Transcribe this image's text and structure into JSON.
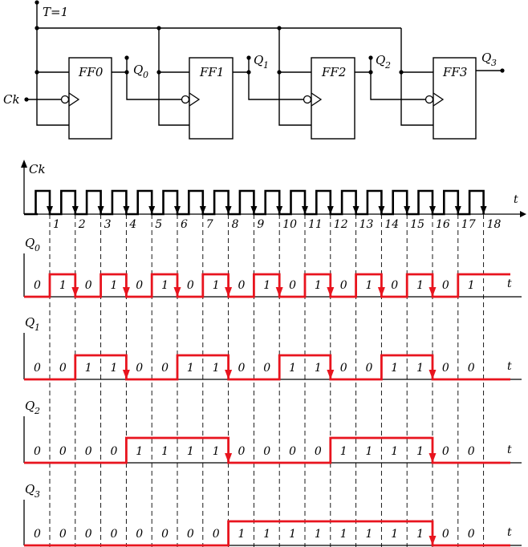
{
  "circuit": {
    "enable_label": "T=1",
    "clock_input_label": "Ck",
    "flipflops": [
      "FF0",
      "FF1",
      "FF2",
      "FF3"
    ],
    "outputs": [
      {
        "base": "Q",
        "sub": "0"
      },
      {
        "base": "Q",
        "sub": "1"
      },
      {
        "base": "Q",
        "sub": "2"
      },
      {
        "base": "Q",
        "sub": "3"
      }
    ]
  },
  "timing": {
    "clock_label": "Ck",
    "time_label": "t",
    "pulse_numbers": [
      "1",
      "2",
      "3",
      "4",
      "5",
      "6",
      "7",
      "8",
      "9",
      "10",
      "11",
      "12",
      "13",
      "14",
      "15",
      "16",
      "17",
      "18"
    ],
    "signal_color": "#e8141e",
    "signals": [
      {
        "name": {
          "base": "Q",
          "sub": "0"
        },
        "values": [
          0,
          1,
          0,
          1,
          0,
          1,
          0,
          1,
          0,
          1,
          0,
          1,
          0,
          1,
          0,
          1,
          0,
          1
        ]
      },
      {
        "name": {
          "base": "Q",
          "sub": "1"
        },
        "values": [
          0,
          0,
          1,
          1,
          0,
          0,
          1,
          1,
          0,
          0,
          1,
          1,
          0,
          0,
          1,
          1,
          0,
          0
        ]
      },
      {
        "name": {
          "base": "Q",
          "sub": "2"
        },
        "values": [
          0,
          0,
          0,
          0,
          1,
          1,
          1,
          1,
          0,
          0,
          0,
          0,
          1,
          1,
          1,
          1,
          0,
          0
        ]
      },
      {
        "name": {
          "base": "Q",
          "sub": "3"
        },
        "values": [
          0,
          0,
          0,
          0,
          0,
          0,
          0,
          0,
          1,
          1,
          1,
          1,
          1,
          1,
          1,
          1,
          0,
          0
        ]
      }
    ]
  }
}
